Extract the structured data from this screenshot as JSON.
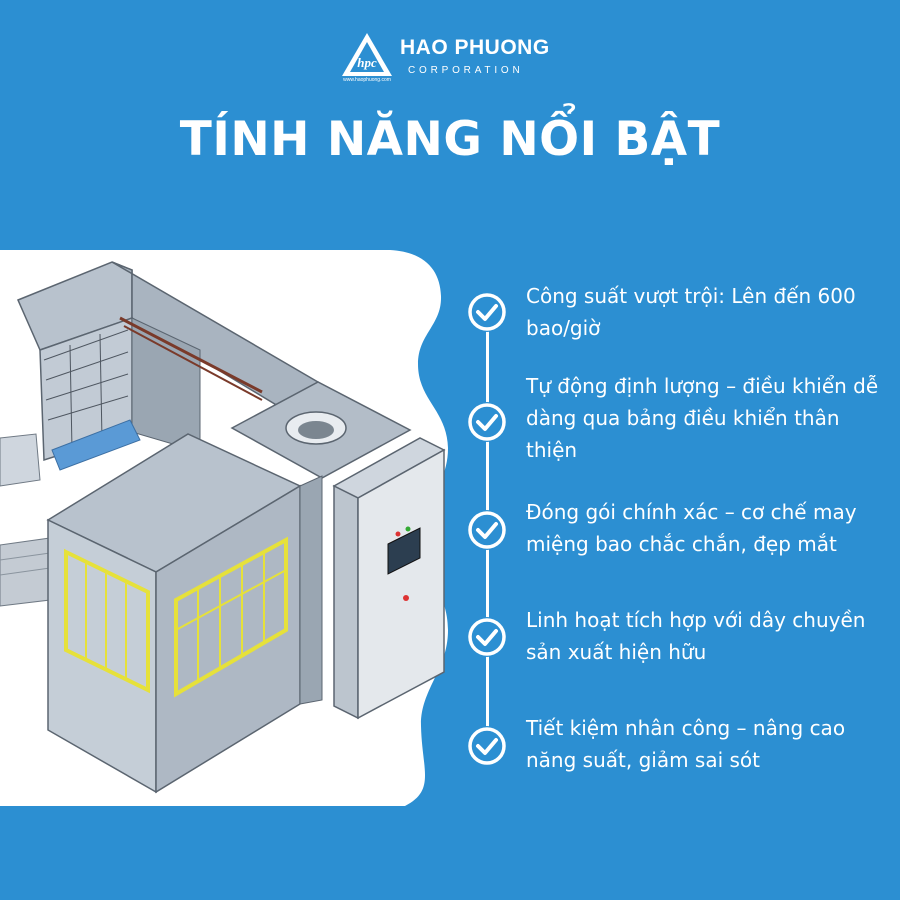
{
  "brand": {
    "name": "HAO PHUONG",
    "subtitle": "CORPORATION",
    "url": "www.haophuong.com"
  },
  "headline": "TÍNH NĂNG NỔI BẬT",
  "features": [
    {
      "text": "Công suất vượt trội: Lên đến 600 bao/giờ",
      "icon": "check-circle-icon"
    },
    {
      "text": "Tự động định lượng – điều khiển dễ dàng qua bảng điều khiển thân thiện",
      "icon": "check-circle-icon"
    },
    {
      "text": "Đóng gói chính xác – cơ chế may miệng bao chắc chắn, đẹp mắt",
      "icon": "check-circle-icon"
    },
    {
      "text": "Linh hoạt tích hợp với dây chuyền sản xuất hiện hữu",
      "icon": "check-circle-icon"
    },
    {
      "text": "Tiết kiệm nhân công – nâng cao năng suất, giảm sai sót",
      "icon": "check-circle-icon"
    }
  ],
  "colors": {
    "background": "#2c8fd2",
    "panel": "#ffffff",
    "text": "#ffffff",
    "machine_body": "#aeb8c4",
    "safety_frame": "#e6e13a"
  }
}
